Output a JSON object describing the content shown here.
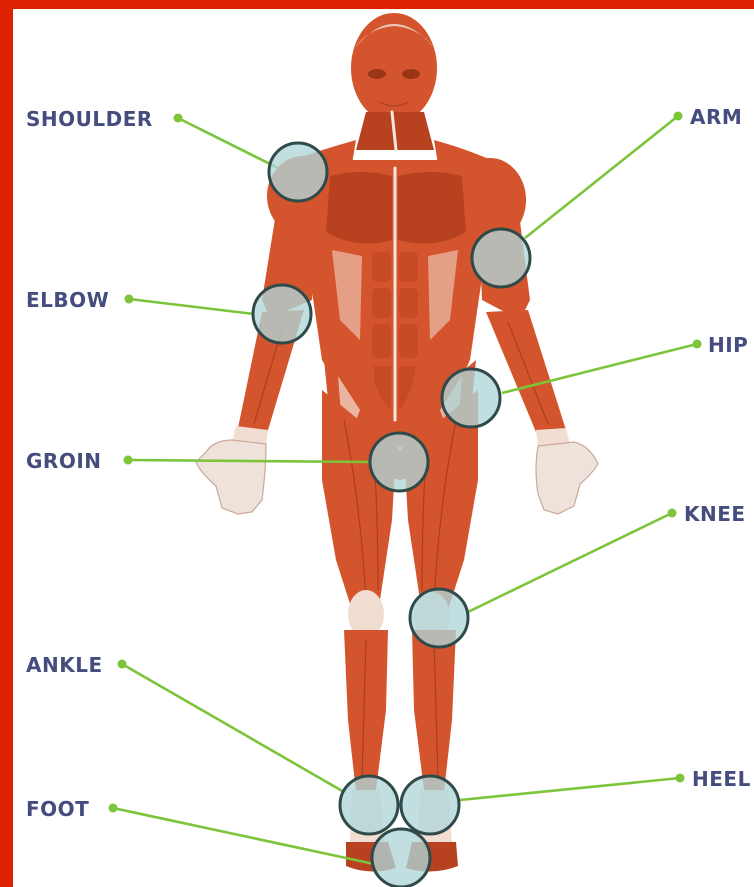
{
  "colors": {
    "border": "#dd2100",
    "label": "#454d7e",
    "leader_line": "#7cc43a",
    "marker_fill": "#b0d6d8",
    "marker_stroke": "#2f4a48",
    "muscle": "#d4552d"
  },
  "labels": {
    "shoulder": "SHOULDER",
    "arm": "ARM",
    "elbow": "ELBOW",
    "hip": "HIP",
    "groin": "GROIN",
    "knee": "KNEE",
    "ankle": "ANKLE",
    "heel": "HEEL",
    "foot": "FOOT"
  }
}
